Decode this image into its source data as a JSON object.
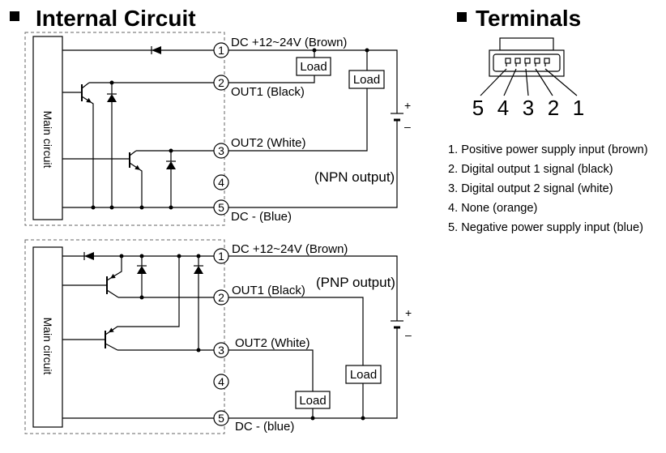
{
  "headings": {
    "internal_circuit": "Internal Circuit",
    "terminals": "Terminals",
    "bullet_icon": "square-bullet-icon"
  },
  "npn_circuit": {
    "main_circuit": "Main circuit",
    "output_type": "(NPN output)",
    "terminals": [
      {
        "number": "1",
        "label": "DC +12~24V (Brown)"
      },
      {
        "number": "2",
        "label": "OUT1 (Black)"
      },
      {
        "number": "3",
        "label": "OUT2 (White)"
      },
      {
        "number": "4"
      },
      {
        "number": "5",
        "label": "DC - (Blue)"
      }
    ],
    "loads": [
      "Load",
      "Load"
    ],
    "supply": {
      "plus": "+",
      "minus": "–"
    }
  },
  "pnp_circuit": {
    "main_circuit": "Main circuit",
    "output_type": "(PNP output)",
    "terminals": [
      {
        "number": "1",
        "label": "DC +12~24V (Brown)"
      },
      {
        "number": "2",
        "label": "OUT1 (Black)"
      },
      {
        "number": "3",
        "label": "OUT2 (White)"
      },
      {
        "number": "4"
      },
      {
        "number": "5",
        "label": "DC - (blue)"
      }
    ],
    "loads": [
      "Load",
      "Load"
    ],
    "supply": {
      "plus": "+",
      "minus": "–"
    }
  },
  "connector": {
    "pin_numbers": [
      "5",
      "4",
      "3",
      "2",
      "1"
    ]
  },
  "terminal_list": [
    "1. Positive power supply input (brown)",
    "2. Digital output 1 signal (black)",
    "3. Digital output 2 signal (white)",
    "4. None (orange)",
    "5. Negative power supply input (blue)"
  ],
  "colors": {
    "line": "#000000",
    "dashed_border": "#666666",
    "background": "#ffffff"
  }
}
